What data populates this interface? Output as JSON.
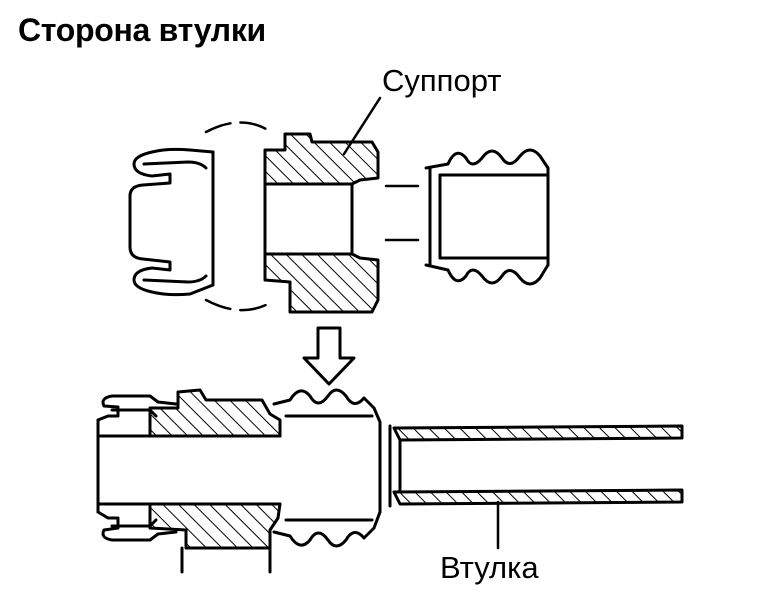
{
  "title": "Сторона втулки",
  "labels": {
    "caliper": "Суппорт",
    "bushing": "Втулка"
  },
  "colors": {
    "ink": "#000000",
    "background": "#ffffff"
  }
}
